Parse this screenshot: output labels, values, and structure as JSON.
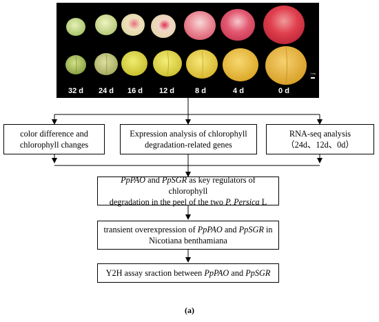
{
  "days": [
    "32 d",
    "24 d",
    "16 d",
    "12 d",
    "8 d",
    "4 d",
    "0 d"
  ],
  "scale_bar_label": "1 cm",
  "boxes": {
    "color": {
      "line1": "color difference and",
      "line2": "chlorophyll changes"
    },
    "expression": {
      "line1": "Expression analysis of chlorophyll",
      "line2": "degradation-related genes"
    },
    "rnaseq": {
      "line1": "RNA-seq analysis",
      "line2": "（24d、12d、0d）"
    },
    "regulators": {
      "gene1": "PpPAO",
      "and1": "and",
      "gene2": "PpSGR",
      "rest1": "as key regulators of chlorophyll",
      "rest2a": "degradation in the peel of the two",
      "species": "P. Persica",
      "rest2b": "L"
    },
    "overexp": {
      "prefix": "transient overexpression of",
      "gene1": "PpPAO",
      "and1": "and",
      "gene2": "PpSGR",
      "suffix": "in",
      "line2": "Nicotiana benthamiana"
    },
    "y2h": {
      "prefix": "Y2H assay sraction between",
      "gene1": "PpPAO",
      "and1": "and",
      "gene2": "PpSGR"
    }
  },
  "caption": "(a)",
  "colors": {
    "photo_bg": "#000000",
    "line": "#000000"
  }
}
